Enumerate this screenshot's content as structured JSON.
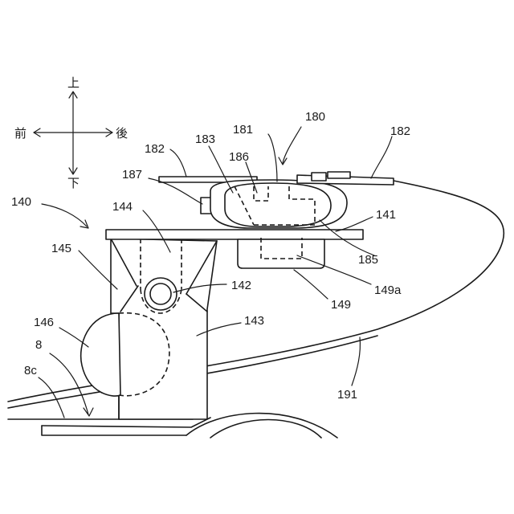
{
  "directions": {
    "up": "上",
    "down": "下",
    "front": "前",
    "rear": "後"
  },
  "labels": {
    "l180": "180",
    "l181": "181",
    "l182a": "182",
    "l182b": "182",
    "l183": "183",
    "l186": "186",
    "l187": "187",
    "l140": "140",
    "l144": "144",
    "l141": "141",
    "l145": "145",
    "l142": "142",
    "l185": "185",
    "l149a": "149a",
    "l149": "149",
    "l146": "146",
    "l143": "143",
    "l8": "8",
    "l8c": "8c",
    "l191": "191"
  }
}
